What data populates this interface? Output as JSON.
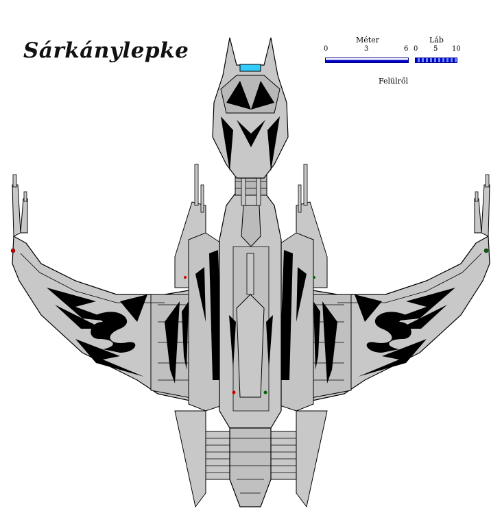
{
  "title": "Sárkánylepke",
  "scale": {
    "meters": {
      "label": "Méter",
      "ticks": [
        "0",
        "3",
        "6"
      ]
    },
    "feet": {
      "label": "Láb",
      "ticks": [
        "0",
        "5",
        "10"
      ]
    }
  },
  "view": "Felülről",
  "colors": {
    "hull": "#c8c8c8",
    "outline": "#000000",
    "marking": "#000000",
    "cockpit": "#33ccff",
    "port_light": "#cc0000",
    "starboard_light": "#006600",
    "scale_bar": "#0000c8"
  }
}
